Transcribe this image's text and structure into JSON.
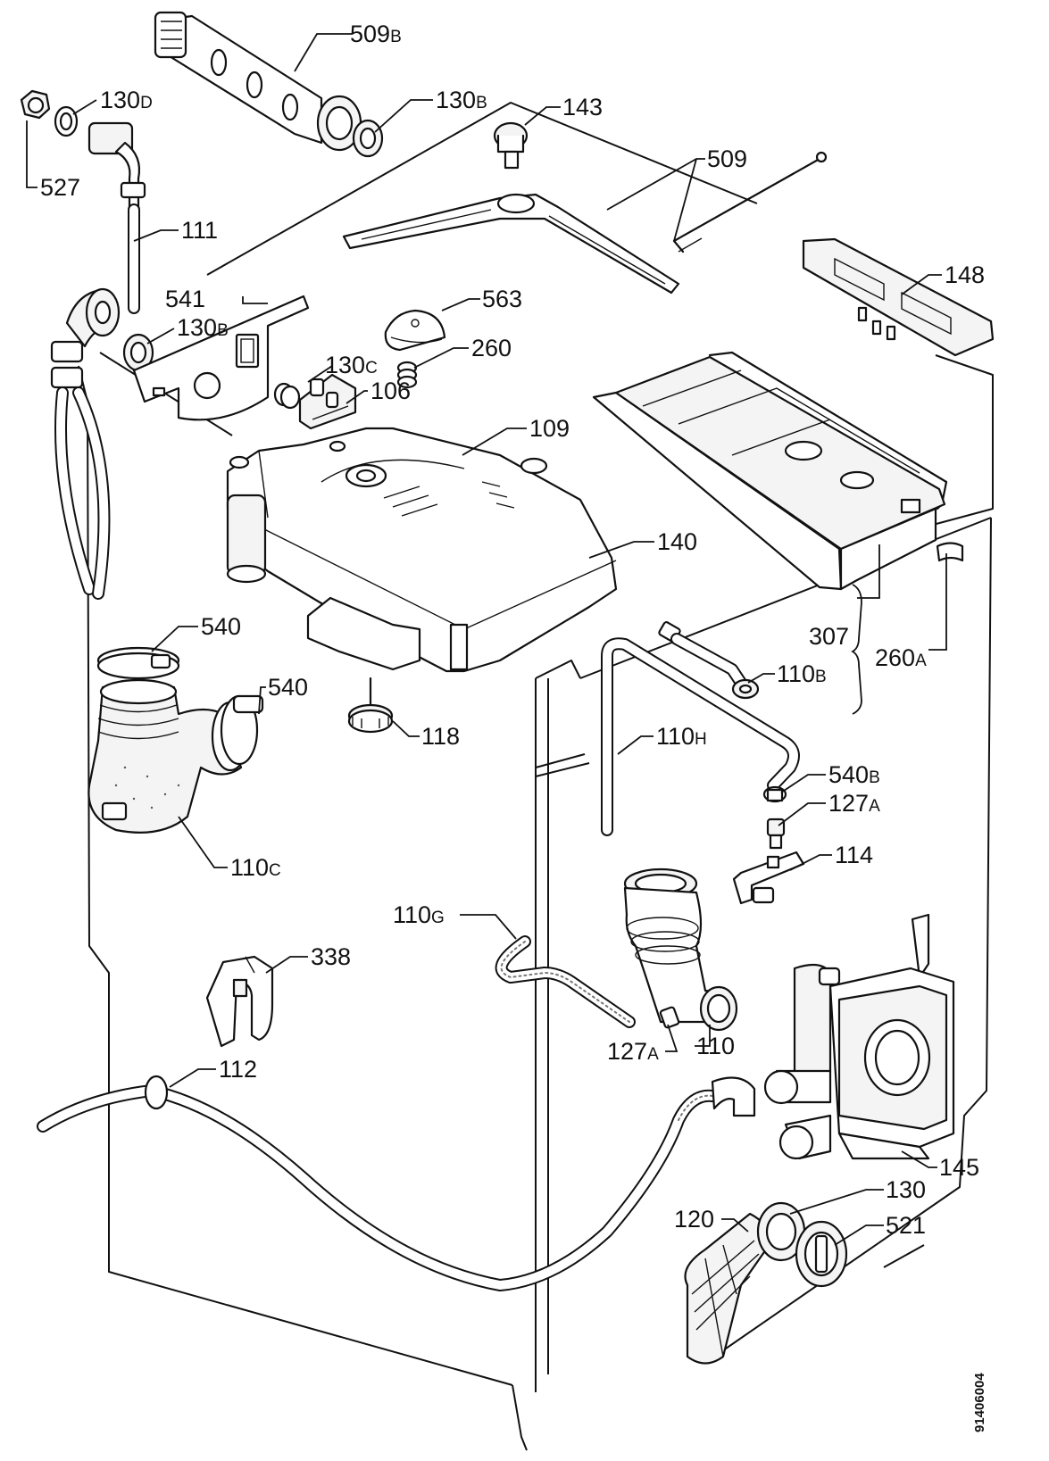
{
  "diagram": {
    "drawing_code": "91406004",
    "callouts": {
      "c509b": {
        "num": "509",
        "suffix": "B"
      },
      "c130d": {
        "num": "130",
        "suffix": "D"
      },
      "c130b_top": {
        "num": "130",
        "suffix": "B"
      },
      "c143": {
        "num": "143",
        "suffix": ""
      },
      "c509": {
        "num": "509",
        "suffix": ""
      },
      "c527": {
        "num": "527",
        "suffix": ""
      },
      "c111": {
        "num": "111",
        "suffix": ""
      },
      "c148": {
        "num": "148",
        "suffix": ""
      },
      "c541": {
        "num": "541",
        "suffix": ""
      },
      "c563": {
        "num": "563",
        "suffix": ""
      },
      "c130b_mid": {
        "num": "130",
        "suffix": "B"
      },
      "c260": {
        "num": "260",
        "suffix": ""
      },
      "c130c": {
        "num": "130",
        "suffix": "C"
      },
      "c106": {
        "num": "106",
        "suffix": ""
      },
      "c109": {
        "num": "109",
        "suffix": ""
      },
      "c140": {
        "num": "140",
        "suffix": ""
      },
      "c307": {
        "num": "307",
        "suffix": ""
      },
      "c540_a": {
        "num": "540",
        "suffix": ""
      },
      "c260a": {
        "num": "260",
        "suffix": "A"
      },
      "c110b": {
        "num": "110",
        "suffix": "B"
      },
      "c540_b": {
        "num": "540",
        "suffix": ""
      },
      "c118": {
        "num": "118",
        "suffix": ""
      },
      "c110h": {
        "num": "110",
        "suffix": "H"
      },
      "c540b": {
        "num": "540",
        "suffix": "B"
      },
      "c127a_a": {
        "num": "127",
        "suffix": "A"
      },
      "c110c": {
        "num": "110",
        "suffix": "C"
      },
      "c114": {
        "num": "114",
        "suffix": ""
      },
      "c110g": {
        "num": "110",
        "suffix": "G"
      },
      "c338": {
        "num": "338",
        "suffix": ""
      },
      "c127a_b": {
        "num": "127",
        "suffix": "A"
      },
      "c110": {
        "num": "110",
        "suffix": ""
      },
      "c112": {
        "num": "112",
        "suffix": ""
      },
      "c145": {
        "num": "145",
        "suffix": ""
      },
      "c130": {
        "num": "130",
        "suffix": ""
      },
      "c120": {
        "num": "120",
        "suffix": ""
      },
      "c521": {
        "num": "521",
        "suffix": ""
      }
    }
  }
}
